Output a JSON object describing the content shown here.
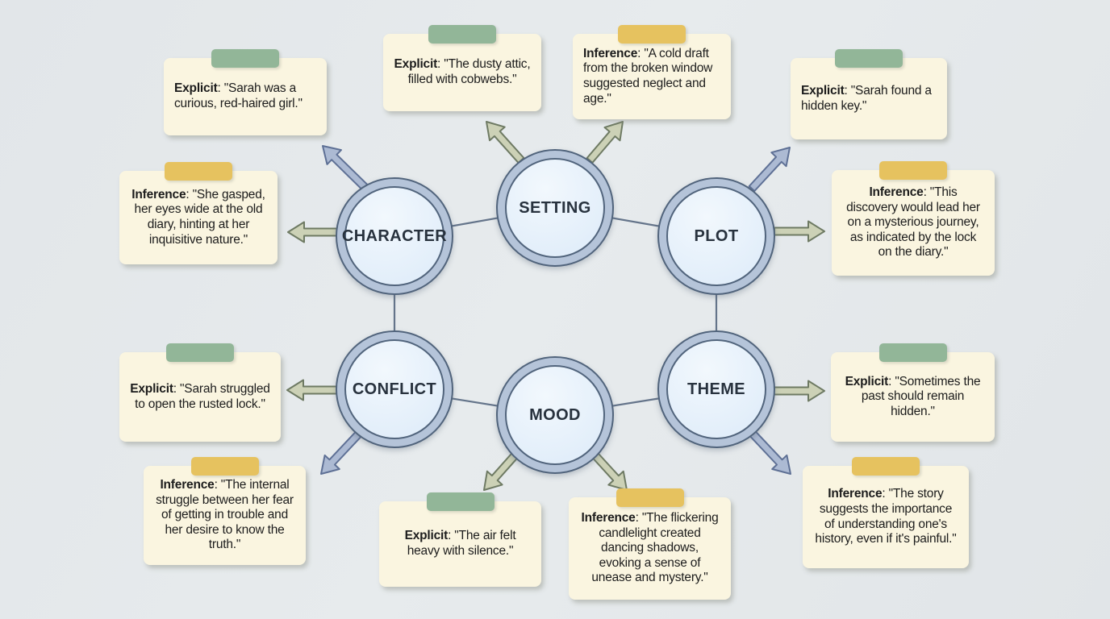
{
  "colors": {
    "background": "#e4e8ea",
    "card_bg": "#faf5e0",
    "explicit_tab": "#92b698",
    "inference_tab": "#e6c25f",
    "circle_ring": "#b5c4d9",
    "circle_fill": "#e2eefa",
    "circle_stroke": "#51647c",
    "line": "#64748a",
    "arrow_blue_fill": "#acbad3",
    "arrow_blue_stroke": "#5e7095",
    "arrow_olive_fill": "#ccd1b6",
    "arrow_olive_stroke": "#6e7a63",
    "text": "#1c1c1c",
    "node_text": "#28323e"
  },
  "nodes": [
    {
      "id": "character",
      "label": "CHARACTER"
    },
    {
      "id": "setting",
      "label": "SETTING"
    },
    {
      "id": "plot",
      "label": "PLOT"
    },
    {
      "id": "conflict",
      "label": "CONFLICT"
    },
    {
      "id": "mood",
      "label": "MOOD"
    },
    {
      "id": "theme",
      "label": "THEME"
    }
  ],
  "cards": [
    {
      "id": "character-explicit",
      "kind": "Explicit",
      "label": "Explicit",
      "quote": " \"Sarah was a curious, red-haired girl.\""
    },
    {
      "id": "setting-explicit",
      "kind": "Explicit",
      "label": "Explicit",
      "quote": " \"The dusty attic, filled with cobwebs.\""
    },
    {
      "id": "setting-inference",
      "kind": "Inference",
      "label": "Inference",
      "quote": " \"A cold draft from the broken window suggested neglect and age.\""
    },
    {
      "id": "plot-explicit",
      "kind": "Explicit",
      "label": "Explicit",
      "quote": " \"Sarah found a hidden key.\""
    },
    {
      "id": "character-inference",
      "kind": "Inference",
      "label": "Inference",
      "quote": " \"She gasped, her eyes wide at the old diary, hinting at her inquisitive nature.\""
    },
    {
      "id": "plot-inference",
      "kind": "Inference",
      "label": "Inference",
      "quote": " \"This discovery would lead her on a mysterious journey, as indicated by the lock on the diary.\""
    },
    {
      "id": "conflict-explicit",
      "kind": "Explicit",
      "label": "Explicit",
      "quote": " \"Sarah struggled to open the rusted lock.\""
    },
    {
      "id": "theme-explicit",
      "kind": "Explicit",
      "label": "Explicit",
      "quote": " \"Sometimes the past should remain hidden.\""
    },
    {
      "id": "conflict-inference",
      "kind": "Inference",
      "label": "Inference",
      "quote": " \"The internal struggle between her fear of getting in trouble and her desire to know the truth.\""
    },
    {
      "id": "mood-explicit",
      "kind": "Explicit",
      "label": "Explicit",
      "quote": " \"The air felt heavy with silence.\""
    },
    {
      "id": "mood-inference",
      "kind": "Inference",
      "label": "Inference",
      "quote": " \"The flickering candlelight created dancing shadows, evoking a sense of unease and mystery.\""
    },
    {
      "id": "theme-inference",
      "kind": "Inference",
      "label": "Inference",
      "quote": " \"The story suggests the importance of understanding one's history, even if it's painful.\""
    }
  ],
  "links": [
    [
      "character",
      "setting"
    ],
    [
      "setting",
      "plot"
    ],
    [
      "character",
      "conflict"
    ],
    [
      "plot",
      "theme"
    ],
    [
      "conflict",
      "mood"
    ],
    [
      "mood",
      "theme"
    ]
  ],
  "connections": [
    {
      "from": "character",
      "to": "character-explicit",
      "style": "blue"
    },
    {
      "from": "character",
      "to": "character-inference",
      "style": "olive"
    },
    {
      "from": "setting",
      "to": "setting-explicit",
      "style": "olive"
    },
    {
      "from": "setting",
      "to": "setting-inference",
      "style": "olive"
    },
    {
      "from": "plot",
      "to": "plot-explicit",
      "style": "blue"
    },
    {
      "from": "plot",
      "to": "plot-inference",
      "style": "olive"
    },
    {
      "from": "conflict",
      "to": "conflict-explicit",
      "style": "olive"
    },
    {
      "from": "conflict",
      "to": "conflict-inference",
      "style": "blue"
    },
    {
      "from": "mood",
      "to": "mood-explicit",
      "style": "olive"
    },
    {
      "from": "mood",
      "to": "mood-inference",
      "style": "olive"
    },
    {
      "from": "theme",
      "to": "theme-explicit",
      "style": "olive"
    },
    {
      "from": "theme",
      "to": "theme-inference",
      "style": "blue"
    }
  ]
}
